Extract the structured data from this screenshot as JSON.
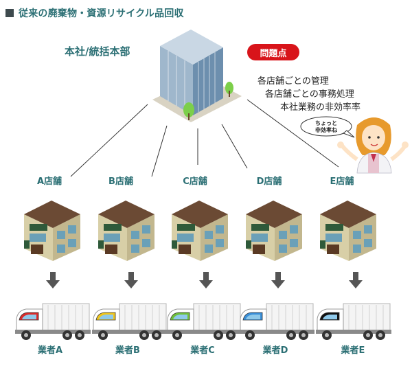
{
  "title": "従来の廃棄物・資源リサイクル品回収",
  "headquarters": {
    "label": "本社/統括本部"
  },
  "problems": {
    "badge": "問題点",
    "items": [
      "各店舗ごとの管理",
      "各店舗ごとの事務処理",
      "本社業務の非効率率"
    ]
  },
  "speech": {
    "lines": [
      "ちょっと",
      "非効率ね"
    ]
  },
  "stores": [
    {
      "label": "A店舗",
      "vendor": "業者A",
      "truck_color": "#d92a2a"
    },
    {
      "label": "B店舗",
      "vendor": "業者B",
      "truck_color": "#f0c51c"
    },
    {
      "label": "C店舗",
      "vendor": "業者C",
      "truck_color": "#6fbf3a"
    },
    {
      "label": "D店舗",
      "vendor": "業者D",
      "truck_color": "#3a8fd8"
    },
    {
      "label": "E店舗",
      "vendor": "業者E",
      "truck_color": "#111111"
    }
  ],
  "colors": {
    "heading": "#2b6f74",
    "badge": "#d8141a"
  }
}
